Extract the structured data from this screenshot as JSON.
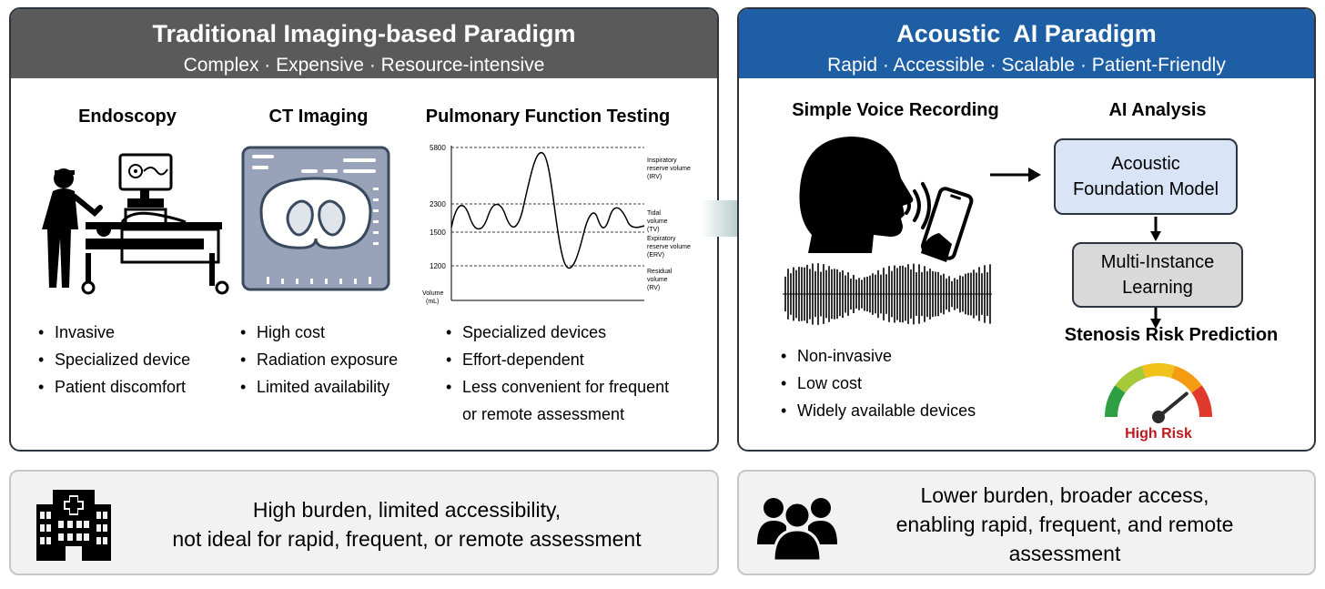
{
  "left_panel": {
    "title": "Traditional Imaging-based Paradigm",
    "subtitle": "Complex · Expensive · Resource-intensive",
    "columns": [
      {
        "title": "Endoscopy",
        "bullets": [
          "Invasive",
          "Specialized device",
          "Patient discomfort"
        ]
      },
      {
        "title": "CT Imaging",
        "bullets": [
          "High cost",
          "Radiation exposure",
          "Limited availability"
        ]
      },
      {
        "title": "Pulmonary Function Testing",
        "bullets": [
          "Specialized devices",
          "Effort-dependent",
          "Less convenient for frequent",
          "or remote assessment"
        ]
      }
    ],
    "pft_chart": {
      "y_ticks": [
        "5800",
        "2300",
        "1500",
        "1200"
      ],
      "y_label_1": "Volume",
      "y_label_2": "(mL)",
      "annotations": [
        [
          "Inspiratory",
          "reserve volume",
          "(IRV)"
        ],
        [
          "Tidal",
          "volume",
          "(TV)"
        ],
        [
          "Expiratory",
          "reserve volume",
          "(ERV)"
        ],
        [
          "Residual",
          "volume",
          "(RV)"
        ]
      ]
    }
  },
  "right_panel": {
    "title": "Acoustic  AI Paradigm",
    "subtitle": "Rapid · Accessible · Scalable · Patient-Friendly",
    "voice_title": "Simple Voice Recording",
    "voice_bullets": [
      "Non-invasive",
      "Low cost",
      "Widely available devices"
    ],
    "ai_title": "AI Analysis",
    "foundation_model": [
      "Acoustic",
      "Foundation Model"
    ],
    "mil": [
      "Multi-Instance",
      "Learning"
    ],
    "risk_title": "Stenosis Risk Prediction",
    "risk_label": "High Risk",
    "gauge_colors": [
      "#2ea043",
      "#a5c93a",
      "#f1c21b",
      "#f39c12",
      "#e03a2e"
    ]
  },
  "footer_left": {
    "lines": [
      "High burden, limited accessibility,",
      "not ideal for rapid, frequent, or remote assessment"
    ]
  },
  "footer_right": {
    "lines": [
      "Lower burden, broader access,",
      "enabling rapid, frequent, and remote",
      "assessment"
    ]
  }
}
